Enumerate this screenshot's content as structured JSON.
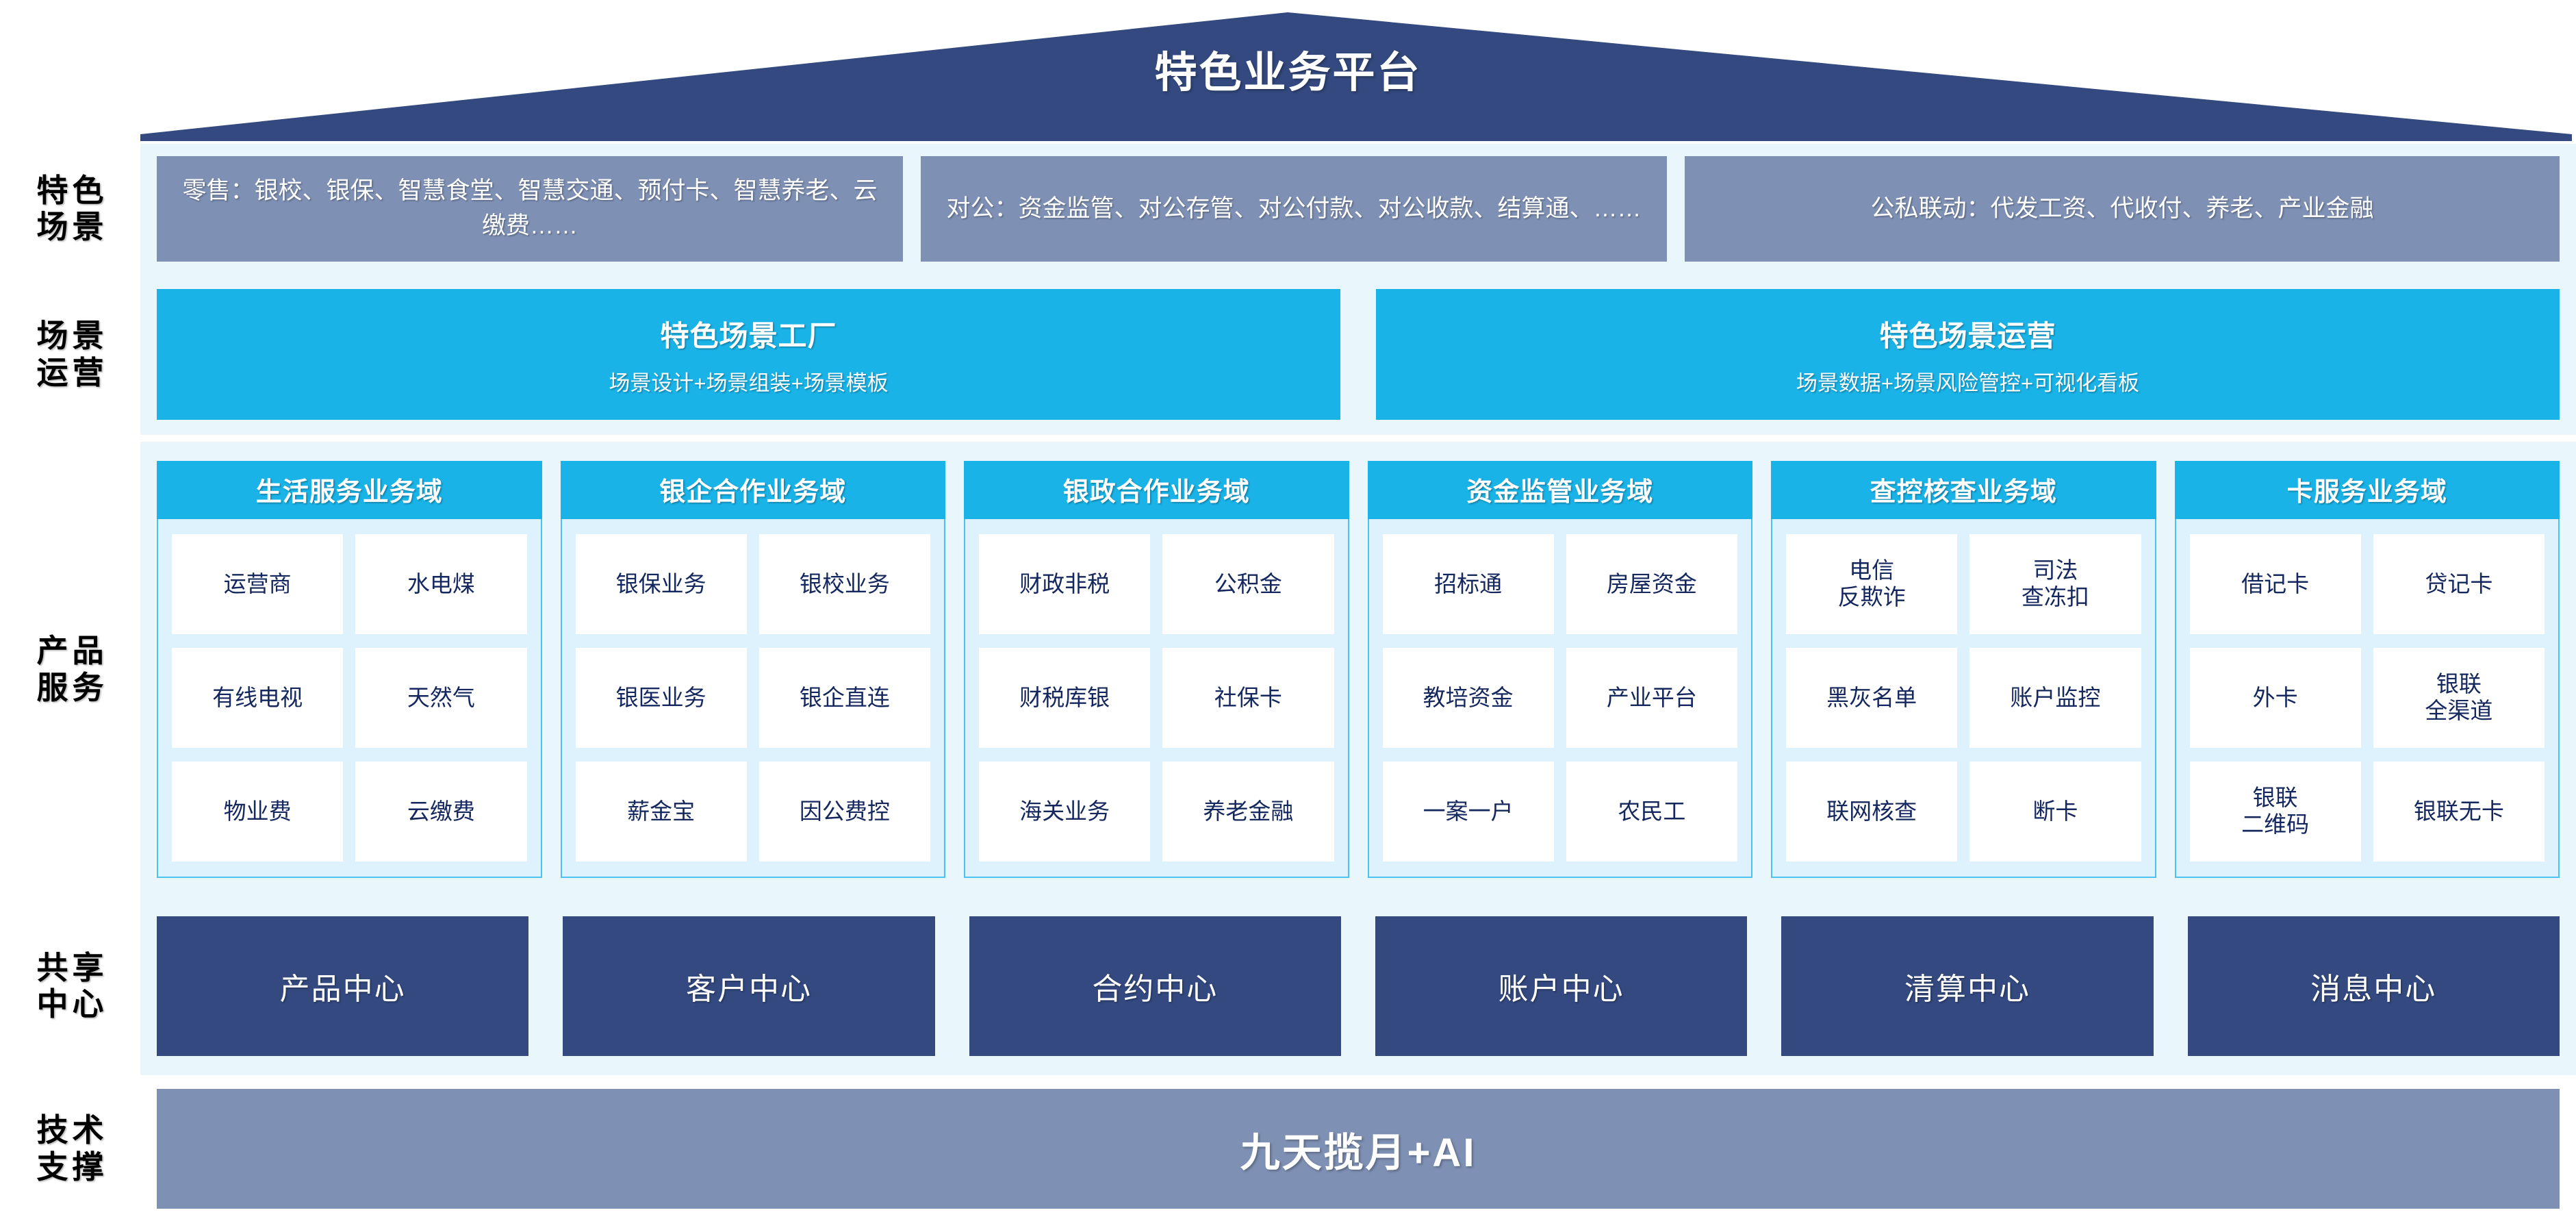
{
  "roof": {
    "title": "特色业务平台",
    "color": "#33497f"
  },
  "colors": {
    "roof_navy": "#33497f",
    "band_bg": "#e9f7fd",
    "scenario_slate": "#7e90b4",
    "accent_cyan": "#19b3e8",
    "card_body": "#ddf2fc",
    "cell_white": "#ffffff",
    "cell_text_navy": "#14275e",
    "shared_navy": "#33497f",
    "tech_slate": "#7e90b4"
  },
  "bands": {
    "scenario": {
      "label_line1": "特色",
      "label_line2": "场景",
      "boxes": [
        {
          "text": "零售：银校、银保、智慧食堂、智慧交通、预付卡、智慧养老、云缴费……"
        },
        {
          "text": "对公：资金监管、对公存管、对公付款、对公收款、结算通、……"
        },
        {
          "text": "公私联动：代发工资、代收付、养老、产业金融"
        }
      ]
    },
    "operations": {
      "label_line1": "场景",
      "label_line2": "运营",
      "boxes": [
        {
          "title": "特色场景工厂",
          "subtitle": "场景设计+场景组装+场景模板"
        },
        {
          "title": "特色场景运营",
          "subtitle": "场景数据+场景风险管控+可视化看板"
        }
      ]
    },
    "products": {
      "label_line1": "产品",
      "label_line2": "服务",
      "domains": [
        {
          "title": "生活服务业务域",
          "cells": [
            "运营商",
            "水电煤",
            "有线电视",
            "天然气",
            "物业费",
            "云缴费"
          ]
        },
        {
          "title": "银企合作业务域",
          "cells": [
            "银保业务",
            "银校业务",
            "银医业务",
            "银企直连",
            "薪金宝",
            "因公费控"
          ]
        },
        {
          "title": "银政合作业务域",
          "cells": [
            "财政非税",
            "公积金",
            "财税库银",
            "社保卡",
            "海关业务",
            "养老金融"
          ]
        },
        {
          "title": "资金监管业务域",
          "cells": [
            "招标通",
            "房屋资金",
            "教培资金",
            "产业平台",
            "一案一户",
            "农民工"
          ]
        },
        {
          "title": "查控核查业务域",
          "cells": [
            "电信\n反欺诈",
            "司法\n查冻扣",
            "黑灰名单",
            "账户监控",
            "联网核查",
            "断卡"
          ]
        },
        {
          "title": "卡服务业务域",
          "cells": [
            "借记卡",
            "贷记卡",
            "外卡",
            "银联\n全渠道",
            "银联\n二维码",
            "银联无卡"
          ]
        }
      ]
    },
    "shared": {
      "label_line1": "共享",
      "label_line2": "中心",
      "boxes": [
        {
          "text": "产品中心"
        },
        {
          "text": "客户中心"
        },
        {
          "text": "合约中心"
        },
        {
          "text": "账户中心"
        },
        {
          "text": "清算中心"
        },
        {
          "text": "消息中心"
        }
      ]
    },
    "tech": {
      "label_line1": "技术",
      "label_line2": "支撑",
      "box": {
        "text": "九天揽月+AI"
      }
    }
  }
}
